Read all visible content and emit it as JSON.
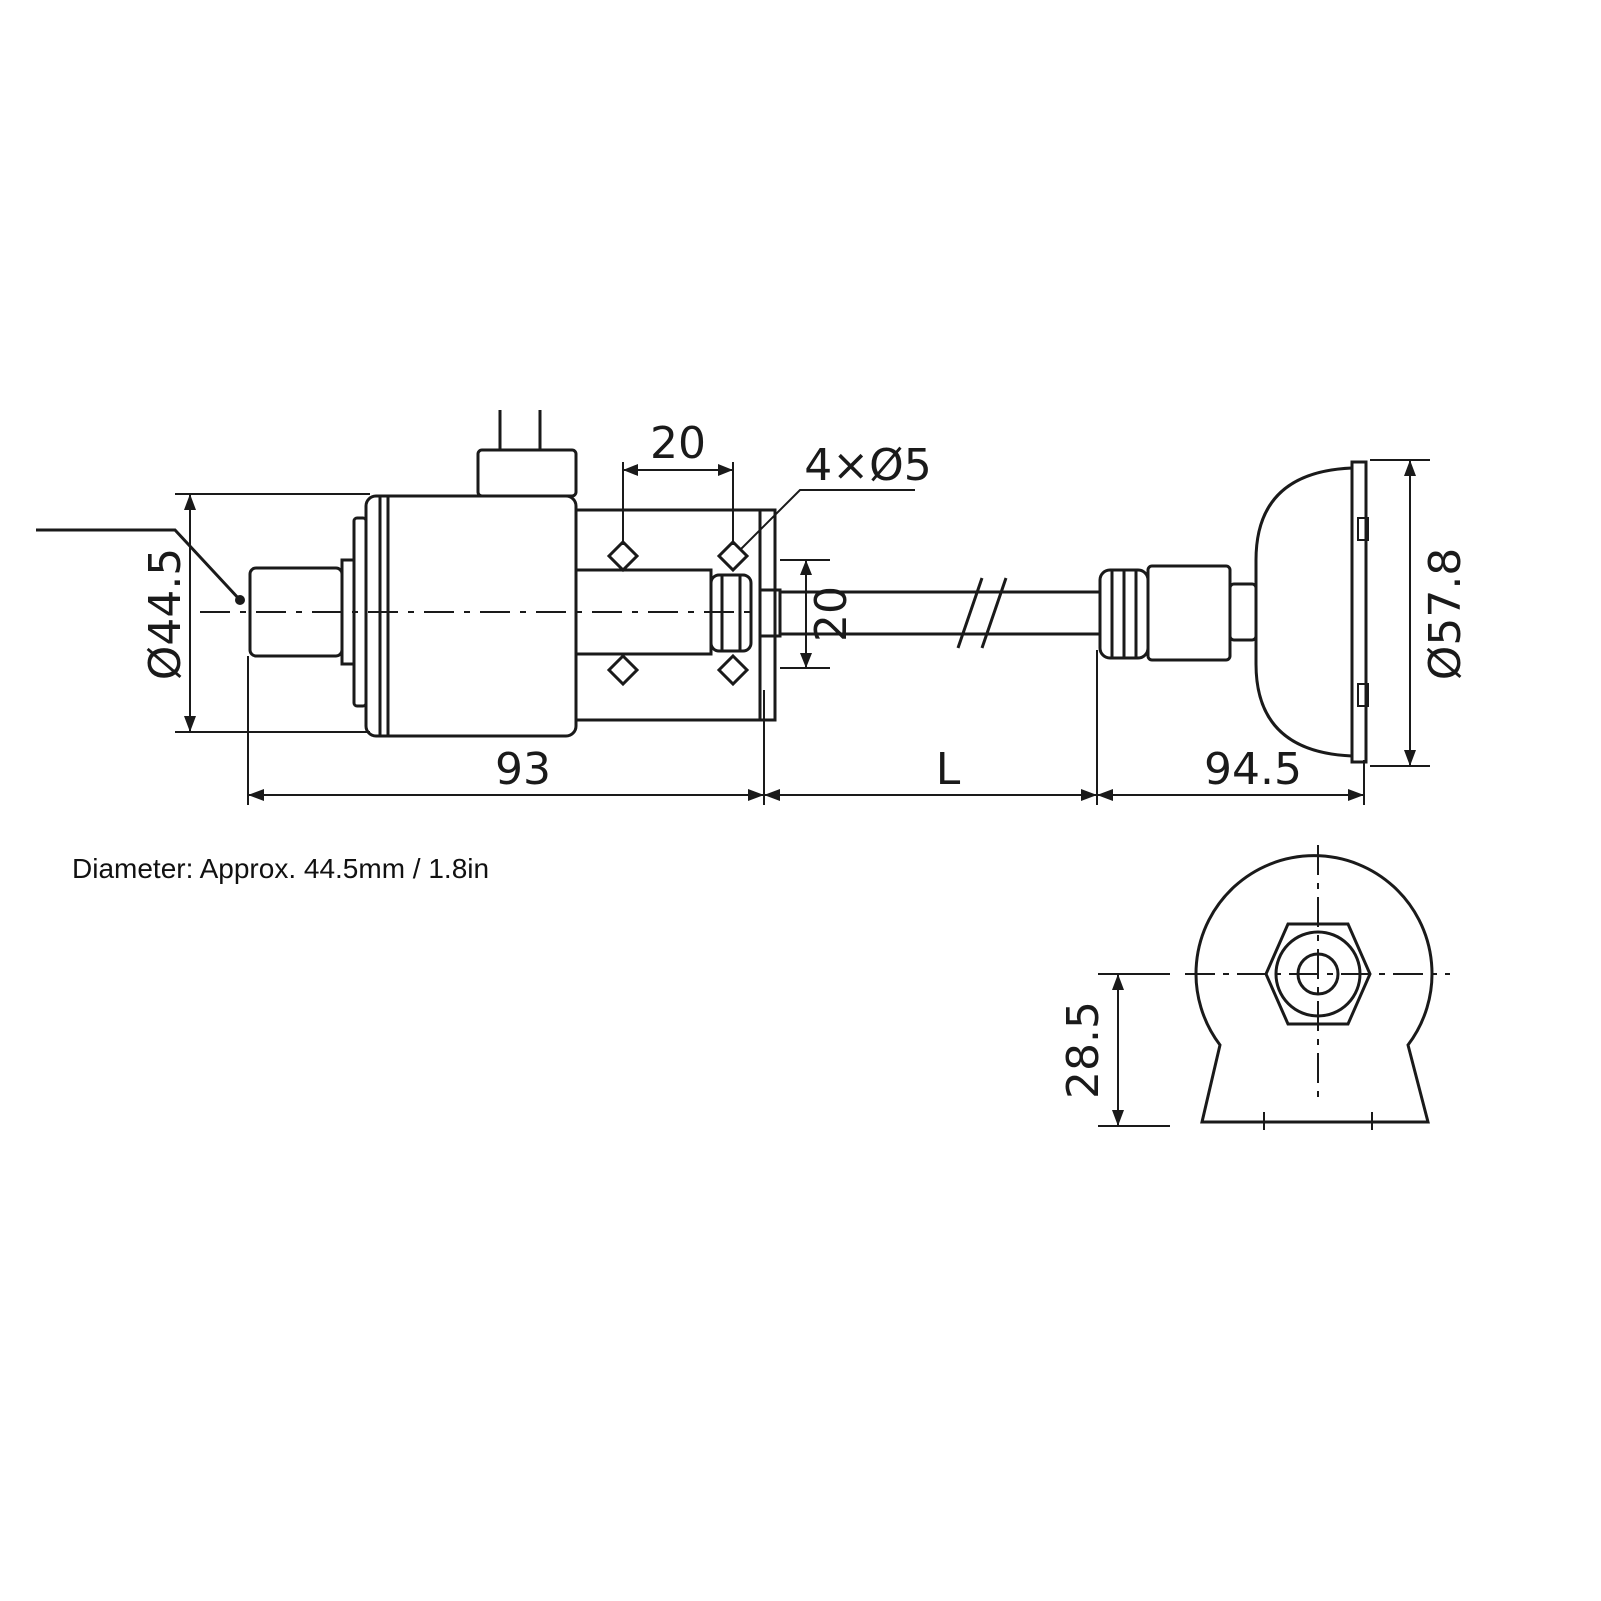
{
  "diagram": {
    "dimensions": {
      "body_diameter": "Ø44.5",
      "hole_spacing_horizontal": "20",
      "holes": "4×Ø5",
      "hole_spacing_vertical": "20",
      "length_body": "93",
      "length_shaft": "L",
      "length_head": "94.5",
      "head_diameter": "Ø57.8",
      "mount_height": "28.5"
    }
  },
  "caption": "Diameter: Approx. 44.5mm / 1.8in"
}
